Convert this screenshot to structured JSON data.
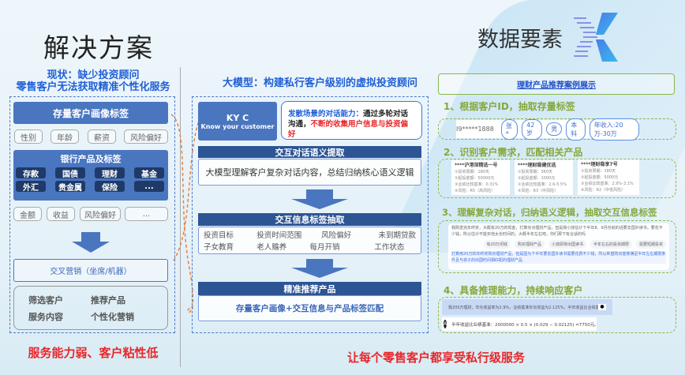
{
  "left": {
    "title": "解决方案",
    "subtitle_1": "现状：缺少投资顾问",
    "subtitle_2": "零售客户无法获取精准个性化服务",
    "portrait_bar": "存量客户画像标签",
    "portrait_tags": [
      "性别",
      "年龄",
      "薪资",
      "风险偏好"
    ],
    "bank_title": "银行产品及标签",
    "bank_products": [
      "存款",
      "国债",
      "理财",
      "基金",
      "外汇",
      "贵金属",
      "保险",
      "..."
    ],
    "product_tags": [
      "金额",
      "收益",
      "风险偏好",
      "..."
    ],
    "cross_sell": "交叉营销（坐席/机器）",
    "actions": [
      "筛选客户",
      "推荐产品",
      "服务内容",
      "个性化营销"
    ],
    "conclusion": "服务能力弱、客户粘性低"
  },
  "middle": {
    "title": "大模型：构建私行客户级别的虚拟投资顾问",
    "kyc_title": "KY C",
    "kyc_sub": "Know your customer",
    "kyc_desc_blue": "发散场景的对话能力：",
    "kyc_desc_black": "通过多轮对话沟通，",
    "kyc_desc_red": "不断的收集用户信息与投资偏好",
    "step1_title": "交互对话语义提取",
    "step1_body": "大模型理解客户复杂对话内容，总结归纳核心语义逻辑",
    "step2_title": "交互信息标签抽取",
    "step2_tags": [
      "投资目标",
      "投资时间范围",
      "风险偏好",
      "未到期贷款",
      "子女教育",
      "老人赡养",
      "每月开销",
      "工作状态"
    ],
    "step3_title": "精准推荐产品",
    "step3_body": "存量客户画像+交互信息与产品标签匹配",
    "conclusion": "让每个零售客户都享受私行级服务"
  },
  "right": {
    "brand": "数据要素",
    "showcase_title": "理财产品推荐案例展示",
    "s1_title": "1、根据客户ID，抽取存量标签",
    "s1_id": "I9*****1888",
    "s1_tags": [
      "张*",
      "42岁",
      "男",
      "本科",
      "年收入:20万-30万"
    ],
    "s2_title": "2、识别客户需求，匹配相关产品",
    "s2_products": [
      {
        "name": "****沪港深精选一号",
        "lines": [
          "①投资周期：180天",
          "②起投金额：50000元",
          "③业绩比较基准：0.31%",
          "④风险：R5（高风险）"
        ]
      },
      {
        "name": "****理财稳健优选",
        "lines": [
          "①投资周期：360天",
          "②起投金额：1000元",
          "③业绩比较基准：2.6-5.5%",
          "④风险：R3（中风险）"
        ]
      },
      {
        "name": "****理财稳享7号",
        "lines": [
          "①投资周期：180天",
          "②起投金额：5000元",
          "③业绩比较基准：2.9%-3.1%",
          "④风险：R2（中低风险）"
        ]
      }
    ],
    "s3_title": "3、理解复杂对话，归纳语义逻辑，抽取交互信息标签",
    "s3_dialog": "我刚发完年终奖，大概有20万的现金，打算买点理财产品，但是我小孩估计下半年8、9月份就的话要去国外读书，要花不少钱，所以估计不能买他太长时间的，大概半年左右吧，你们那下有合适的吗",
    "s3_tags": [
      "有20万闲钱",
      "购买理财产品",
      "小孩即将出国读书",
      "半年左右的投资期限",
      "需要短期投资"
    ],
    "s3_summary": "打算用20万的年终奖购买理财产品，但是因为下半年要去国外读书需要花费不少钱，所以希望购买能够满足半年左右期限条件且与孩子的出国时间相匹配的理财产品",
    "s4_title": "4、具备推理能力，持续响应客户",
    "s4_question": "我200万理财，年化收益率为2.9%，业绩基准年化收益为2.125%，半年收益比业绩基准多多少",
    "s4_answer": "半年收益比业绩基准：2000000 × 0.5 × (0.029 − 0.02125) =7750元。"
  }
}
